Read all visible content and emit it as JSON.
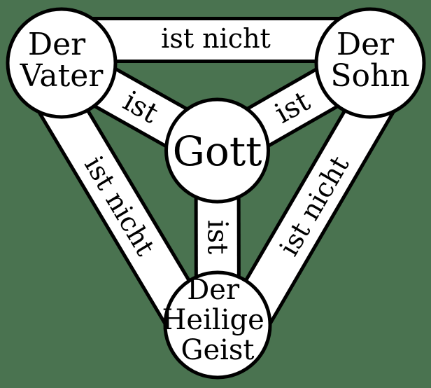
{
  "colors": {
    "background": "#4a7350",
    "band_fill": "#ffffff",
    "outline": "#000000",
    "text": "#000000"
  },
  "nodes": {
    "father": {
      "line1": "Der",
      "line2": "Vater"
    },
    "son": {
      "line1": "Der",
      "line2": "Sohn"
    },
    "god": {
      "label": "Gott"
    },
    "spirit": {
      "line1": "Der",
      "line2": "Heilige",
      "line3": "Geist"
    }
  },
  "edges": {
    "father_son": {
      "label": "ist nicht"
    },
    "father_spirit": {
      "label": "ist nicht"
    },
    "son_spirit": {
      "label": "ist nicht"
    },
    "father_god": {
      "label": "ist"
    },
    "son_god": {
      "label": "ist"
    },
    "spirit_god": {
      "label": "ist"
    }
  }
}
